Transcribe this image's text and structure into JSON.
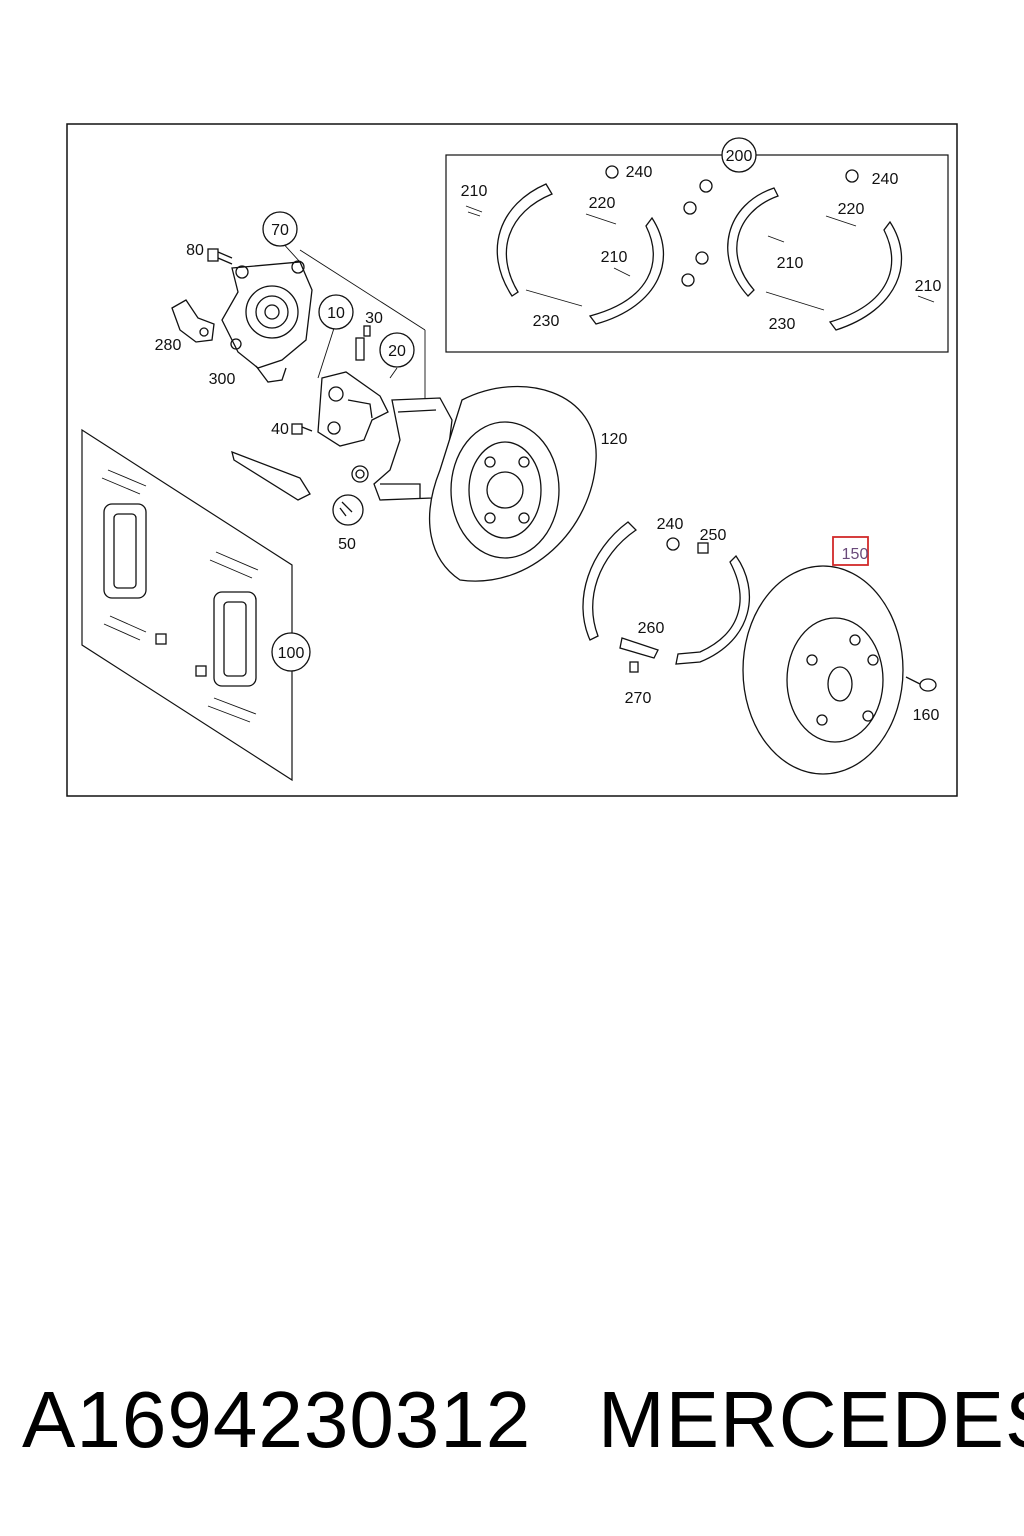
{
  "diagram": {
    "callouts": {
      "c10": "10",
      "c20": "20",
      "c30": "30",
      "c40": "40",
      "c50": "50",
      "c70": "70",
      "c80": "80",
      "c100": "100",
      "c120": "120",
      "c150": "150",
      "c160": "160",
      "c200": "200",
      "c210a": "210",
      "c210b": "210",
      "c210c": "210",
      "c210d": "210",
      "c220a": "220",
      "c220b": "220",
      "c230a": "230",
      "c230b": "230",
      "c240a": "240",
      "c240b": "240",
      "c240c": "240",
      "c250": "250",
      "c260": "260",
      "c270": "270",
      "c280": "280",
      "c300": "300"
    },
    "highlight_color": "#d12a2a"
  },
  "footer": {
    "part_number": "A1694230312",
    "brand": "MERCEDES"
  }
}
